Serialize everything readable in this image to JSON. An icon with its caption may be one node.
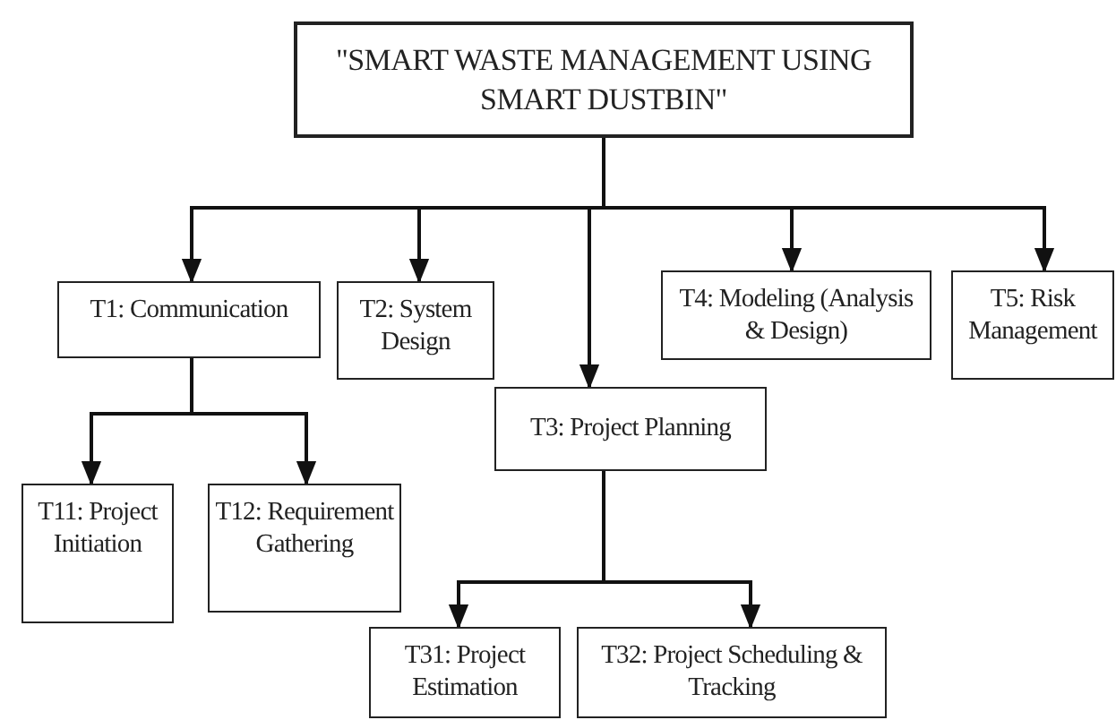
{
  "diagram": {
    "nodes": [
      {
        "text": [
          "\"SMART WASTE MANAGEMENT USING SMART DUSTBIN\""
        ]
      },
      {
        "text": [
          "T1: Communication"
        ]
      },
      {
        "text": [
          "T2: System Design"
        ]
      },
      {
        "text": [
          "T3: Project Planning"
        ]
      },
      {
        "text": [
          "T4: Modeling (Analysis & Design)"
        ]
      },
      {
        "text": [
          "T5: Risk Management"
        ]
      },
      {
        "text": [
          "T11: Project Initiation"
        ]
      },
      {
        "text": [
          "T12: Requirement Gathering"
        ]
      },
      {
        "text": [
          "T31: Project Estimation"
        ]
      },
      {
        "text": [
          "T32: Project Scheduling & Tracking"
        ]
      }
    ],
    "edges": [
      {
        "from": 0,
        "to": 1,
        "arrow": "to"
      },
      {
        "from": 0,
        "to": 2,
        "arrow": "to"
      },
      {
        "from": 0,
        "to": 3,
        "arrow": "to"
      },
      {
        "from": 0,
        "to": 4,
        "arrow": "to"
      },
      {
        "from": 0,
        "to": 5,
        "arrow": "to"
      },
      {
        "from": 1,
        "to": 6,
        "arrow": "to"
      },
      {
        "from": 1,
        "to": 7,
        "arrow": "to"
      },
      {
        "from": 3,
        "to": 8,
        "arrow": "to"
      },
      {
        "from": 3,
        "to": 9,
        "arrow": "to"
      }
    ]
  }
}
